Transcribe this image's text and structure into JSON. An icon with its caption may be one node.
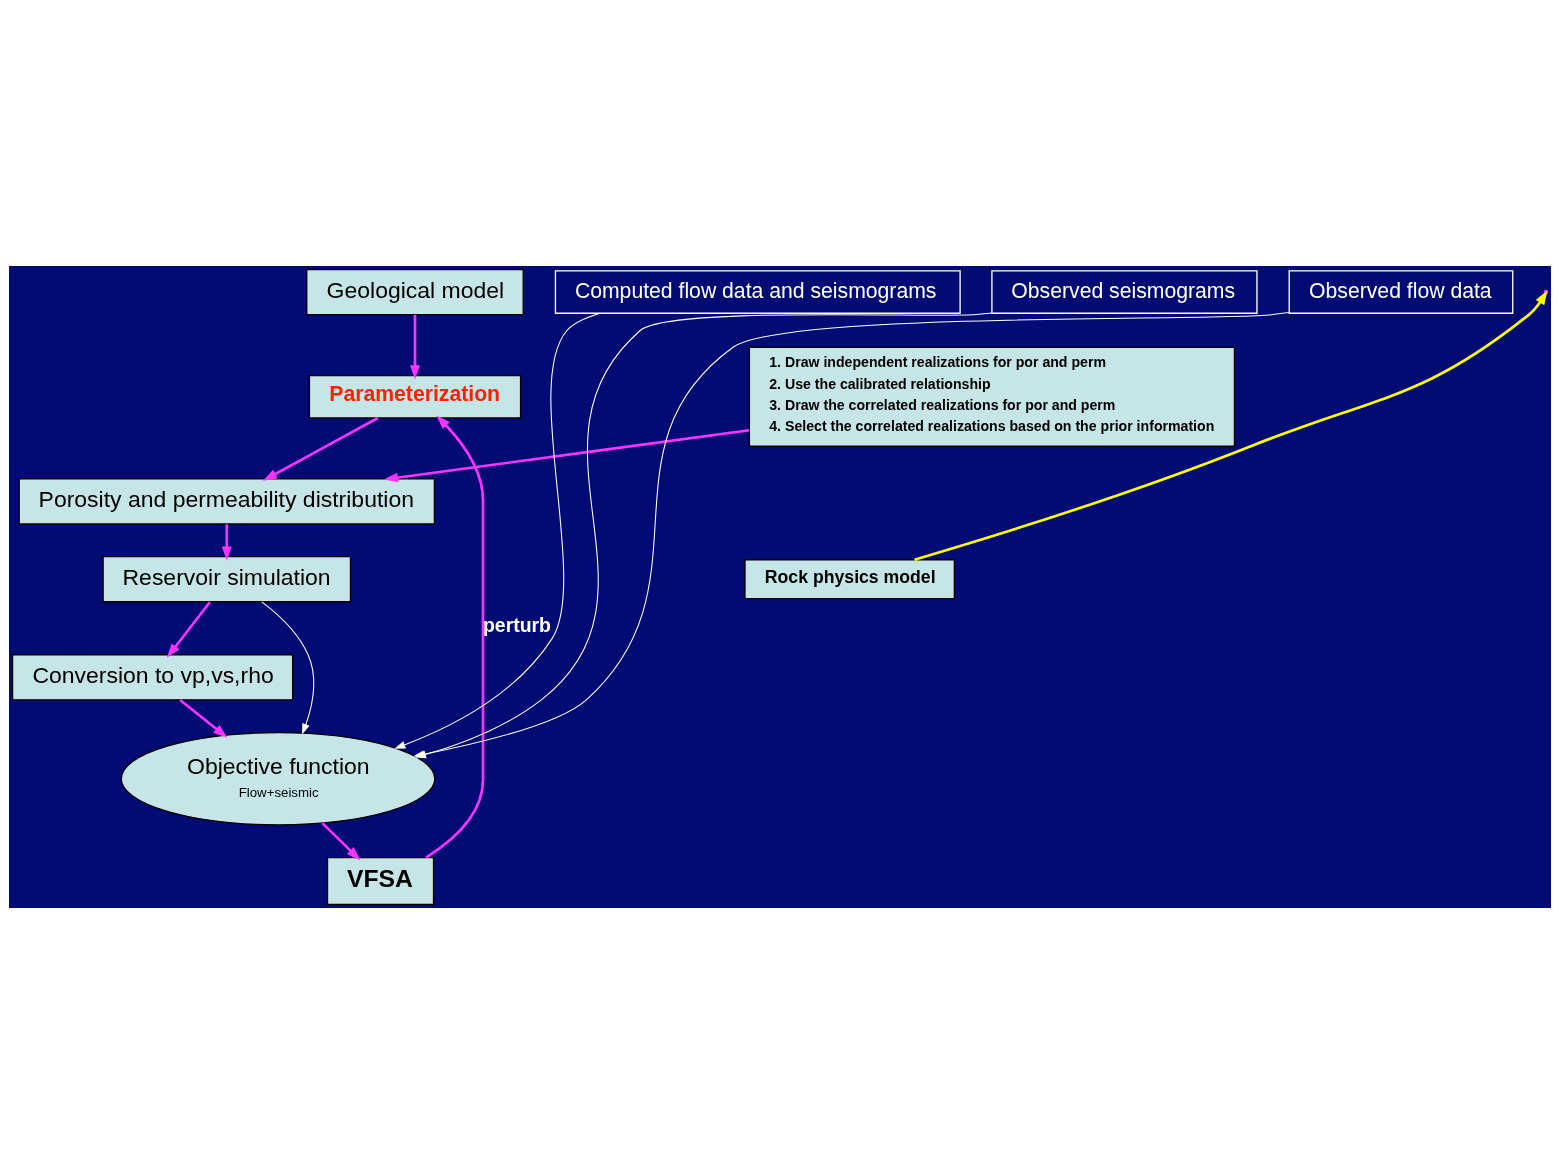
{
  "diagram": {
    "nodes": [
      {
        "text": [
          "Geological model"
        ]
      },
      {
        "text": [
          "Parameterization"
        ]
      },
      {
        "text": [
          "Porosity and permeability distribution"
        ]
      },
      {
        "text": [
          "Reservoir simulation"
        ]
      },
      {
        "text": [
          "Conversion to vp,vs,rho"
        ]
      },
      {
        "text": [
          "Objective function",
          "Flow+seismic"
        ]
      },
      {
        "text": [
          "VFSA"
        ]
      },
      {
        "text": [
          "1. Draw independent realizations for por and perm",
          "2. Use the calibrated relationship",
          "3. Draw the correlated realizations for por and perm",
          "4. Select the correlated realizations based on the prior information"
        ]
      },
      {
        "text": [
          "Rock physics model"
        ]
      },
      {
        "text": [
          "Computed flow data and seismograms"
        ]
      },
      {
        "text": [
          "Observed seismograms"
        ]
      },
      {
        "text": [
          "Observed flow data"
        ]
      }
    ],
    "edges": [
      {
        "from": 0,
        "to": 1,
        "arrow": "to"
      },
      {
        "from": 1,
        "to": 2,
        "arrow": "to"
      },
      {
        "from": 2,
        "to": 3,
        "arrow": "to"
      },
      {
        "from": 3,
        "to": 4,
        "arrow": "to"
      },
      {
        "from": 4,
        "to": 5,
        "arrow": "to"
      },
      {
        "from": 5,
        "to": 6,
        "arrow": "to"
      },
      {
        "from": 6,
        "to": 1,
        "arrow": "to",
        "label": "perturb"
      },
      {
        "from": 7,
        "to": 2,
        "arrow": "to"
      },
      {
        "from": 8,
        "to": null,
        "arrow": "to",
        "color": "#ffff00"
      },
      {
        "from": 3,
        "to": 5,
        "arrow": "to",
        "color": "#ffffff"
      },
      {
        "from": 9,
        "to": 5,
        "arrow": "to",
        "color": "#ffffff"
      },
      {
        "from": 10,
        "to": 5,
        "arrow": "to",
        "color": "#ffffff"
      },
      {
        "from": 11,
        "to": 5,
        "arrow": "to",
        "color": "#ffffff"
      }
    ]
  }
}
